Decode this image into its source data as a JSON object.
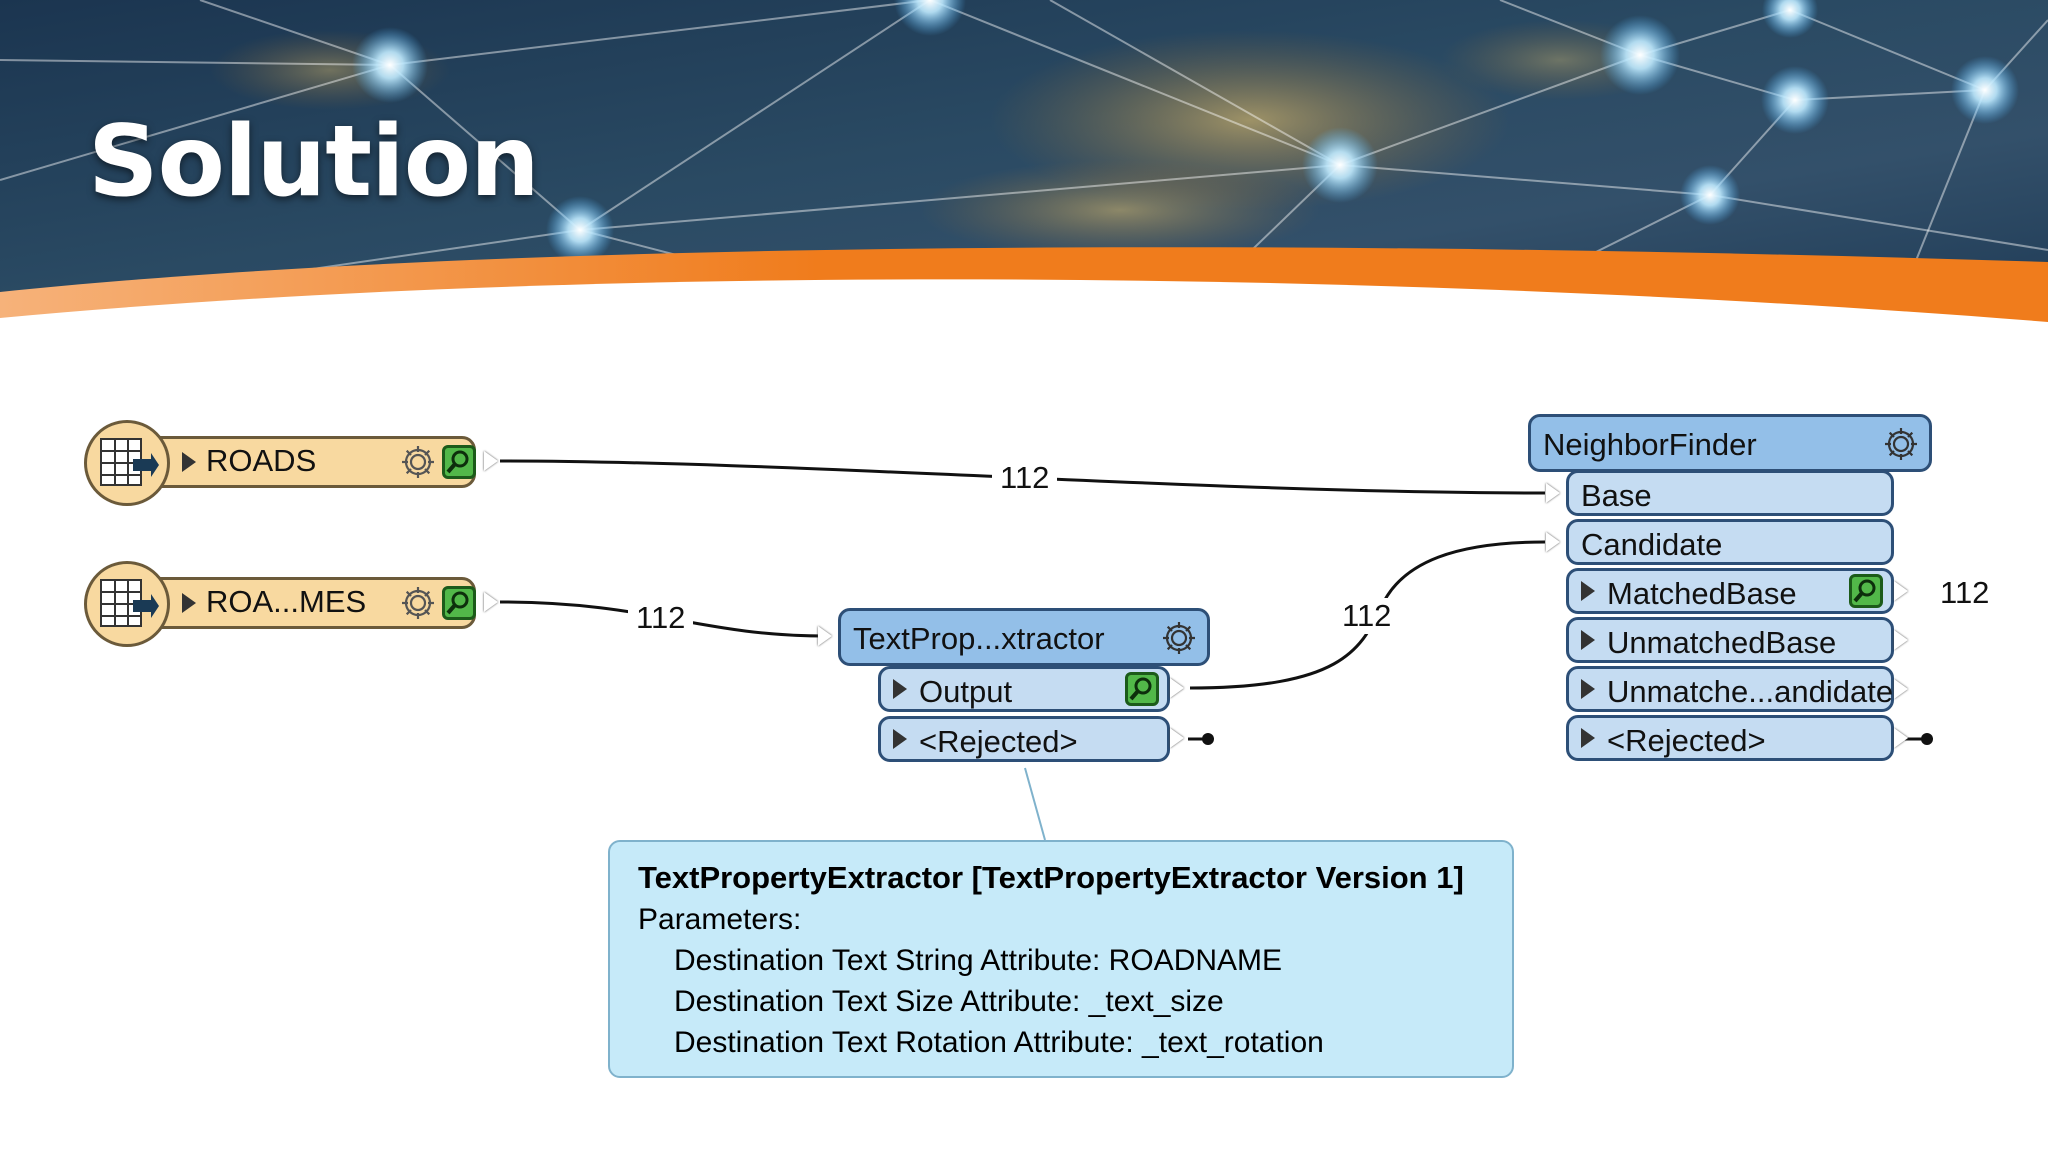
{
  "slide": {
    "title": "Solution"
  },
  "readers": [
    {
      "label": "ROADS"
    },
    {
      "label": "ROA...MES"
    }
  ],
  "text_extractor": {
    "title": "TextProp...xtractor",
    "ports": [
      "Output",
      "<Rejected>"
    ]
  },
  "neighbor_finder": {
    "title": "NeighborFinder",
    "inputs": [
      "Base",
      "Candidate"
    ],
    "outputs": [
      "MatchedBase",
      "UnmatchedBase",
      "Unmatche...andidate",
      "<Rejected>"
    ]
  },
  "counts": {
    "roads_to_base": "112",
    "roames_to_extractor": "112",
    "output_to_candidate": "112",
    "matched_base": "112"
  },
  "tooltip": {
    "title": "TextPropertyExtractor [TextPropertyExtractor Version 1]",
    "params_label": "Parameters:",
    "params": [
      "Destination Text String Attribute: ROADNAME",
      "Destination Text Size Attribute: _text_size",
      "Destination Text Rotation Attribute: _text_rotation"
    ]
  },
  "colors": {
    "reader_fill": "#f8d9a0",
    "transformer_header": "#93bfe8",
    "port_fill": "#c5dcf2",
    "tooltip_fill": "#c6eaf9",
    "accent_orange": "#f07c1c",
    "inspect_green": "#52b849"
  },
  "icons": [
    "table-reader-icon",
    "gear-icon",
    "magnifier-icon",
    "port-arrow-icon"
  ]
}
